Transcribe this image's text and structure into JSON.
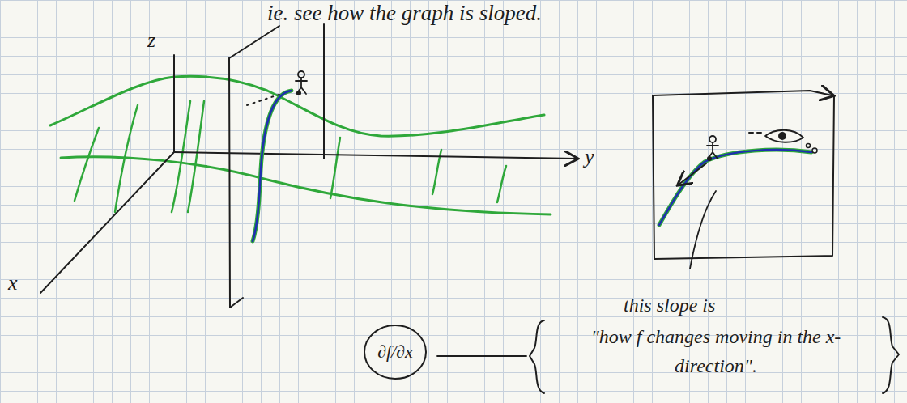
{
  "diagram": {
    "nodes": [
      {
        "text": [
          "∂f/∂x"
        ]
      }
    ],
    "labels": [
      "ie. see how the graph is sloped.",
      "z",
      "y",
      "x",
      "this slope is",
      "\"how f changes moving in the x-direction\"."
    ]
  }
}
